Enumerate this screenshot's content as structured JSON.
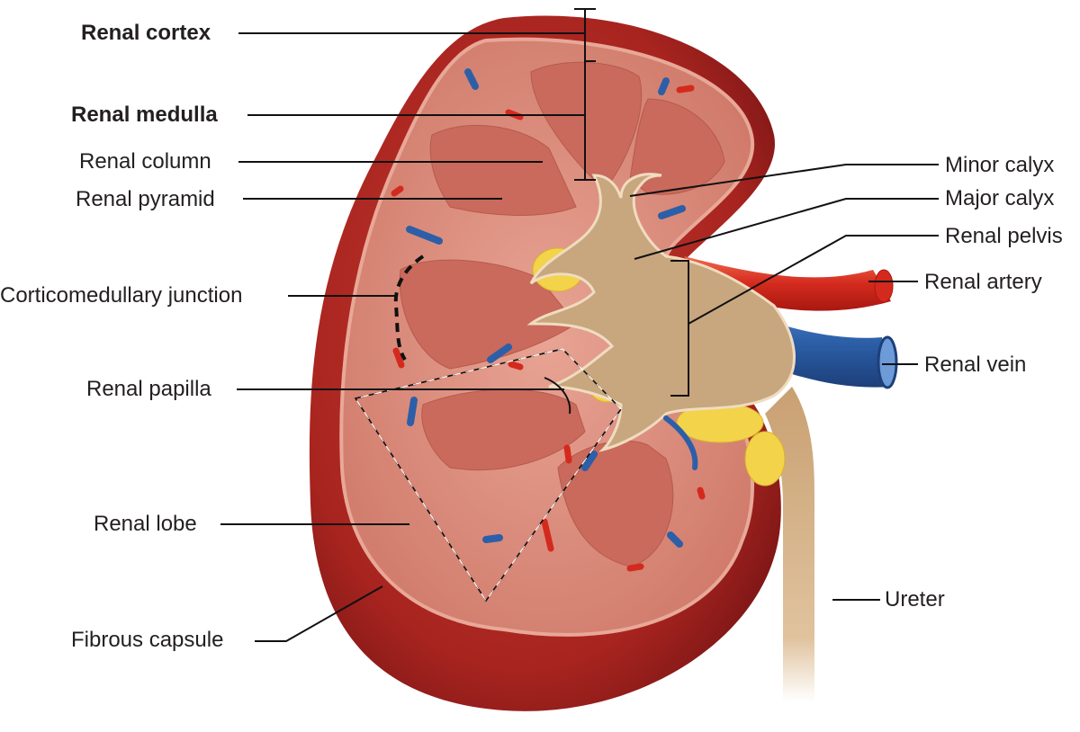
{
  "figure": {
    "subject": "Kidney internal anatomy (coronal section)",
    "colors": {
      "capsule_dark": "#8e1c1c",
      "capsule": "#b8322c",
      "cortex": "#d98a7a",
      "pyramid": "#c9695c",
      "pelvis": "#c8a77e",
      "fat": "#f2d34a",
      "artery": "#d42a1e",
      "vein": "#2c5fa8",
      "ureter": "#d8b48a",
      "label_text": "#231f20"
    }
  },
  "labels": {
    "left": [
      {
        "id": "renal-cortex",
        "text": "Renal cortex",
        "bold": true
      },
      {
        "id": "renal-medulla",
        "text": "Renal medulla",
        "bold": true
      },
      {
        "id": "renal-column",
        "text": "Renal column",
        "bold": false
      },
      {
        "id": "renal-pyramid",
        "text": "Renal pyramid",
        "bold": false
      },
      {
        "id": "corticomedullary-junction",
        "text": "Corticomedullary junction",
        "bold": false
      },
      {
        "id": "renal-papilla",
        "text": "Renal papilla",
        "bold": false
      },
      {
        "id": "renal-lobe",
        "text": "Renal lobe",
        "bold": false
      },
      {
        "id": "fibrous-capsule",
        "text": "Fibrous capsule",
        "bold": false
      }
    ],
    "right": [
      {
        "id": "minor-calyx",
        "text": "Minor calyx"
      },
      {
        "id": "major-calyx",
        "text": "Major calyx"
      },
      {
        "id": "renal-pelvis",
        "text": "Renal pelvis"
      },
      {
        "id": "renal-artery",
        "text": "Renal artery"
      },
      {
        "id": "renal-vein",
        "text": "Renal vein"
      },
      {
        "id": "ureter",
        "text": "Ureter"
      }
    ]
  }
}
